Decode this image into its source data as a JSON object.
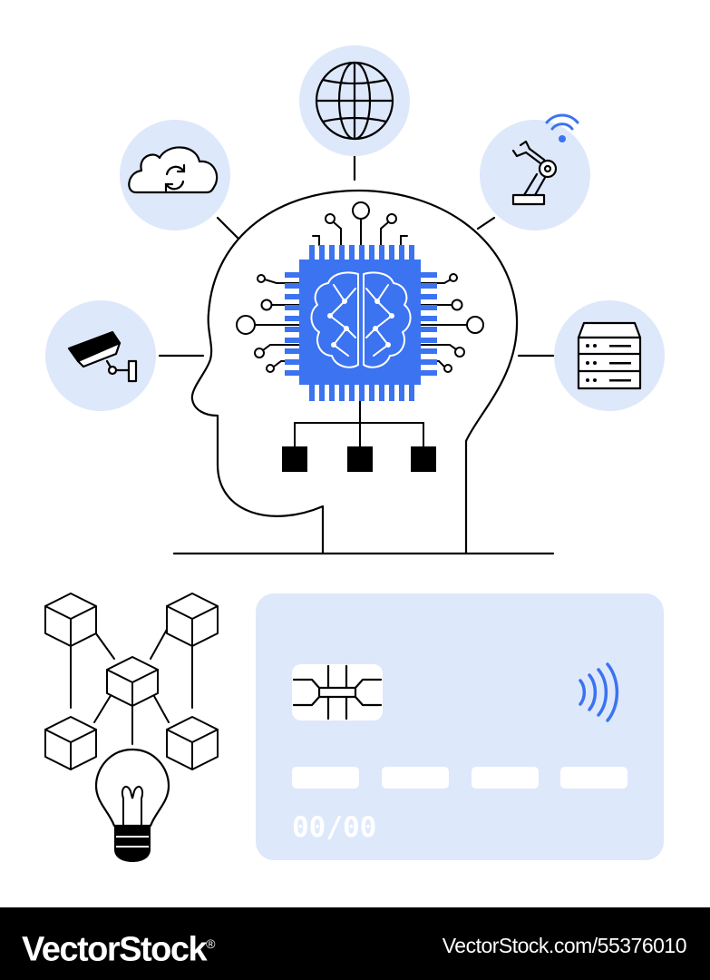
{
  "illustration": {
    "colors": {
      "line": "#000000",
      "accent_blue": "#3b73f0",
      "circle_fill": "#dee8fb",
      "card_fill": "#dee8fb"
    },
    "head_icons": [
      "cloud-sync-icon",
      "globe-icon",
      "robotic-arm-icon",
      "security-camera-icon",
      "server-rack-icon"
    ],
    "card": {
      "expiry_text": "00/00",
      "contactless": "contactless-icon"
    }
  },
  "footer": {
    "logo_text": "VectorStock",
    "image_id_text": "VectorStock.com/55376010",
    "trademark": "®"
  }
}
